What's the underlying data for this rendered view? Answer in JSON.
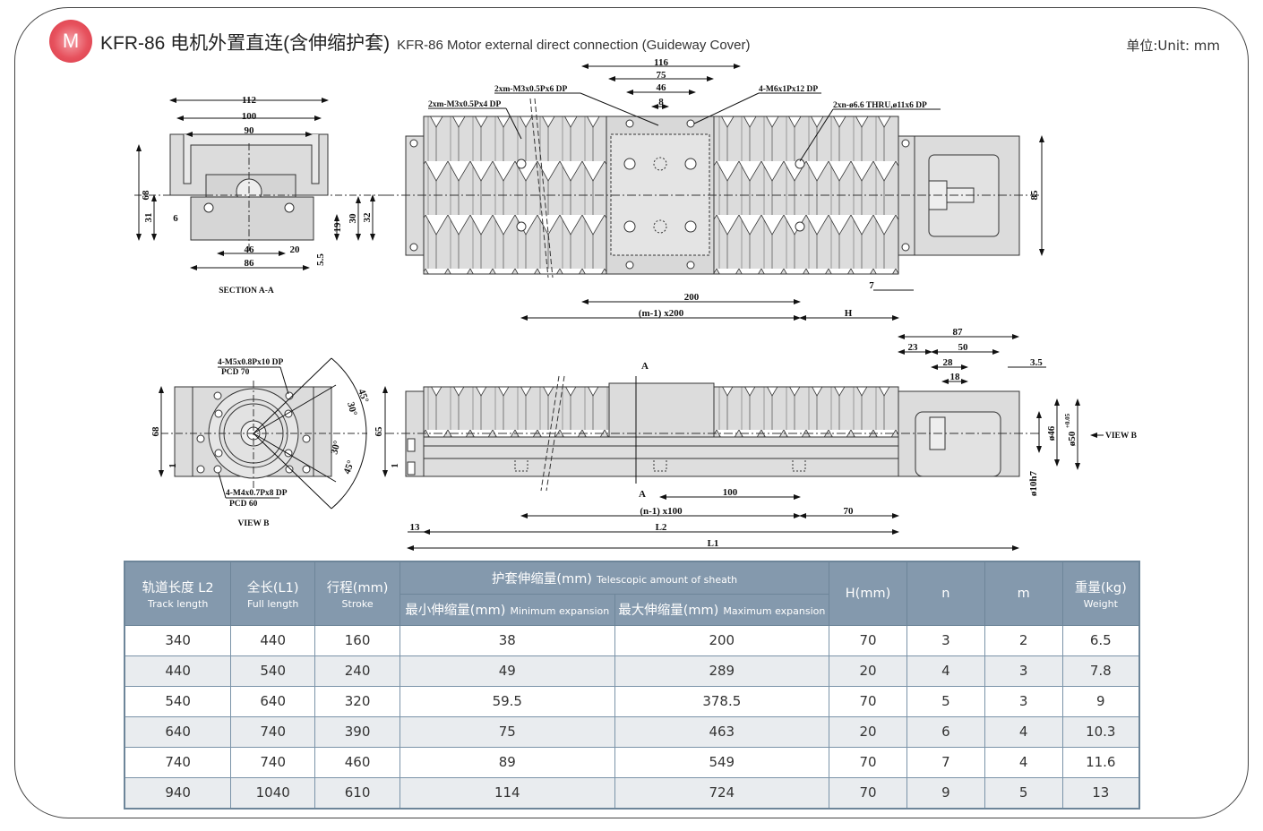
{
  "header": {
    "badge_letter": "M",
    "title_cn": "KFR-86 电机外置直连(含伸缩护套)",
    "title_en": "KFR-86 Motor  external direct connection (Guideway Cover)",
    "unit_label": "单位:Unit: mm"
  },
  "drawing": {
    "section_aa": {
      "caption": "SECTION A-A",
      "dims": {
        "w112": "112",
        "w100": "100",
        "w90": "90",
        "h68": "68",
        "h31": "31",
        "d6": "6",
        "w46": "46",
        "w20": "20",
        "w86": "86",
        "h5_5": "5.5",
        "h19": "19",
        "h30": "30",
        "h32": "32"
      }
    },
    "top_view": {
      "dims": {
        "w116": "116",
        "w75": "75",
        "w46": "46",
        "w8": "8",
        "h85": "85",
        "d200": "200",
        "m_pitch": "(m-1) x200",
        "H": "H",
        "d7": "7"
      },
      "notes": {
        "tap_a": "2xm-M3x0.5Px6 DP",
        "tap_b": "2xm-M3x0.5Px4 DP",
        "tap_c": "4-M6x1Px12 DP",
        "hole": "2xn-ø6.6 THRU,ø11x6 DP"
      }
    },
    "view_b": {
      "caption": "VIEW B",
      "notes": {
        "top": "4-M5x0.8Px10 DP",
        "top_pcd": "PCD 70",
        "bottom": "4-M4x0.7Px8 DP",
        "bottom_pcd": "PCD 60"
      },
      "dims": {
        "h68": "68",
        "d1": "1",
        "a45a": "45°",
        "a30a": "30°",
        "a30b": "30°",
        "a45b": "45°"
      }
    },
    "side_view": {
      "dims": {
        "h65": "65",
        "d1": "1",
        "d100": "100",
        "n_pitch": "(n-1) x100",
        "d70": "70",
        "d13": "13",
        "L2": "L2",
        "L1": "L1",
        "d87": "87",
        "d23": "23",
        "d50": "50",
        "d28": "28",
        "d18": "18",
        "d3_5": "3.5",
        "phi46": "ø46",
        "phi50": "ø50",
        "phi50_tol": "+0.05",
        "phi10": "ø10h7",
        "view_b": "VIEW B",
        "section_a": "A"
      }
    }
  },
  "table": {
    "headers": {
      "track": {
        "cn": "轨道长度 L2",
        "en": "Track length"
      },
      "full": {
        "cn": "全长(L1)",
        "en": "Full length"
      },
      "stroke": {
        "cn": "行程(mm)",
        "en": "Stroke"
      },
      "sheath": {
        "cn": "护套伸缩量(mm)",
        "en": "Telescopic amount of sheath"
      },
      "min": {
        "cn": "最小伸缩量(mm)",
        "en": "Minimum expansion"
      },
      "max": {
        "cn": "最大伸缩量(mm)",
        "en": "Maximum expansion"
      },
      "h": {
        "cn": "H(mm)"
      },
      "n": {
        "cn": "n"
      },
      "m": {
        "cn": "m"
      },
      "weight": {
        "cn": "重量(kg)",
        "en": "Weight"
      }
    },
    "rows": [
      [
        "340",
        "440",
        "160",
        "38",
        "200",
        "70",
        "3",
        "2",
        "6.5"
      ],
      [
        "440",
        "540",
        "240",
        "49",
        "289",
        "20",
        "4",
        "3",
        "7.8"
      ],
      [
        "540",
        "640",
        "320",
        "59.5",
        "378.5",
        "70",
        "5",
        "3",
        "9"
      ],
      [
        "640",
        "740",
        "390",
        "75",
        "463",
        "20",
        "6",
        "4",
        "10.3"
      ],
      [
        "740",
        "740",
        "460",
        "89",
        "549",
        "70",
        "7",
        "4",
        "11.6"
      ],
      [
        "940",
        "1040",
        "610",
        "114",
        "724",
        "70",
        "9",
        "5",
        "13"
      ]
    ]
  }
}
